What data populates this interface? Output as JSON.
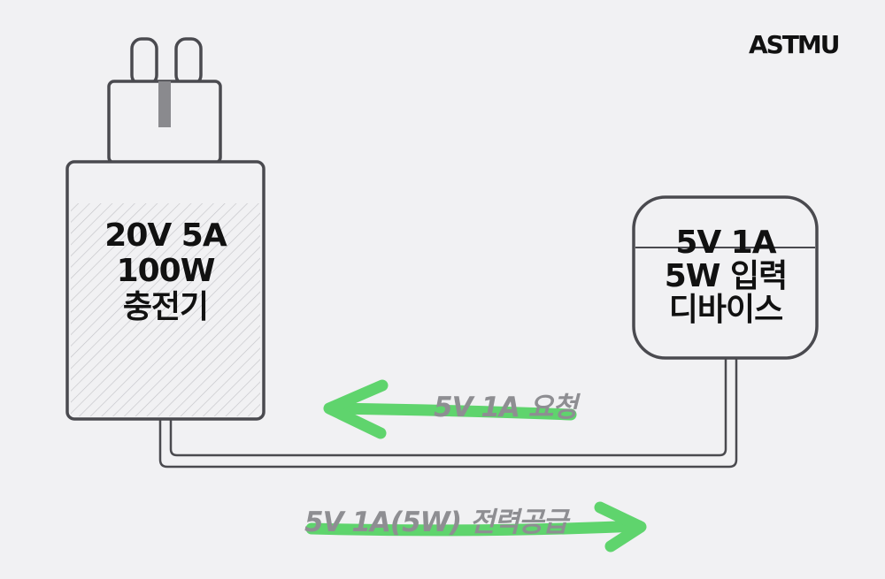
{
  "brand": {
    "logo_text": "ASTMU"
  },
  "charger": {
    "line1": "20V 5A",
    "line2": "100W",
    "line3": "충전기"
  },
  "device": {
    "line1": "5V 1A",
    "line2": "5W 입력",
    "line3": "디바이스"
  },
  "flows": {
    "request_label": "5V 1A 요청",
    "supply_label": "5V 1A(5W) 전력공급"
  },
  "colors": {
    "background": "#f1f1f3",
    "outline": "#4a4a4f",
    "arrow": "#5fd46d",
    "flow_text": "#8e8e92"
  }
}
